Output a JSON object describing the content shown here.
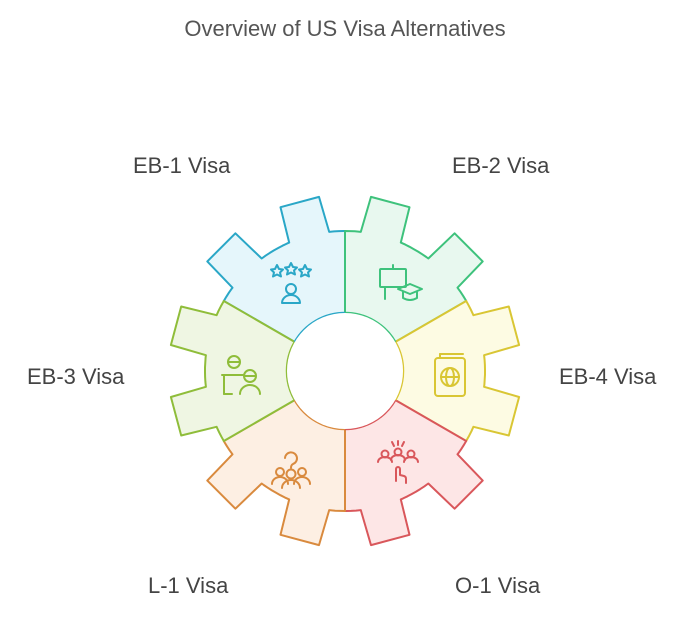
{
  "title": "Overview of US Visa Alternatives",
  "segments": [
    {
      "label": "EB-1 Visa",
      "icon": "stars-person-icon",
      "fill": "#e5f6fb",
      "stroke": "#2aa7c7"
    },
    {
      "label": "EB-2 Visa",
      "icon": "graduation-board-icon",
      "fill": "#e8f8ef",
      "stroke": "#3ec27c"
    },
    {
      "label": "EB-4 Visa",
      "icon": "passport-icon",
      "fill": "#fdfbe3",
      "stroke": "#d9c634"
    },
    {
      "label": "O-1 Visa",
      "icon": "group-pointer-icon",
      "fill": "#fde6e6",
      "stroke": "#d9575b"
    },
    {
      "label": "L-1 Visa",
      "icon": "team-people-icon",
      "fill": "#fdefe3",
      "stroke": "#d98a3e"
    },
    {
      "label": "EB-3 Visa",
      "icon": "worker-desk-icon",
      "fill": "#eff6e3",
      "stroke": "#8fbd3a"
    }
  ]
}
